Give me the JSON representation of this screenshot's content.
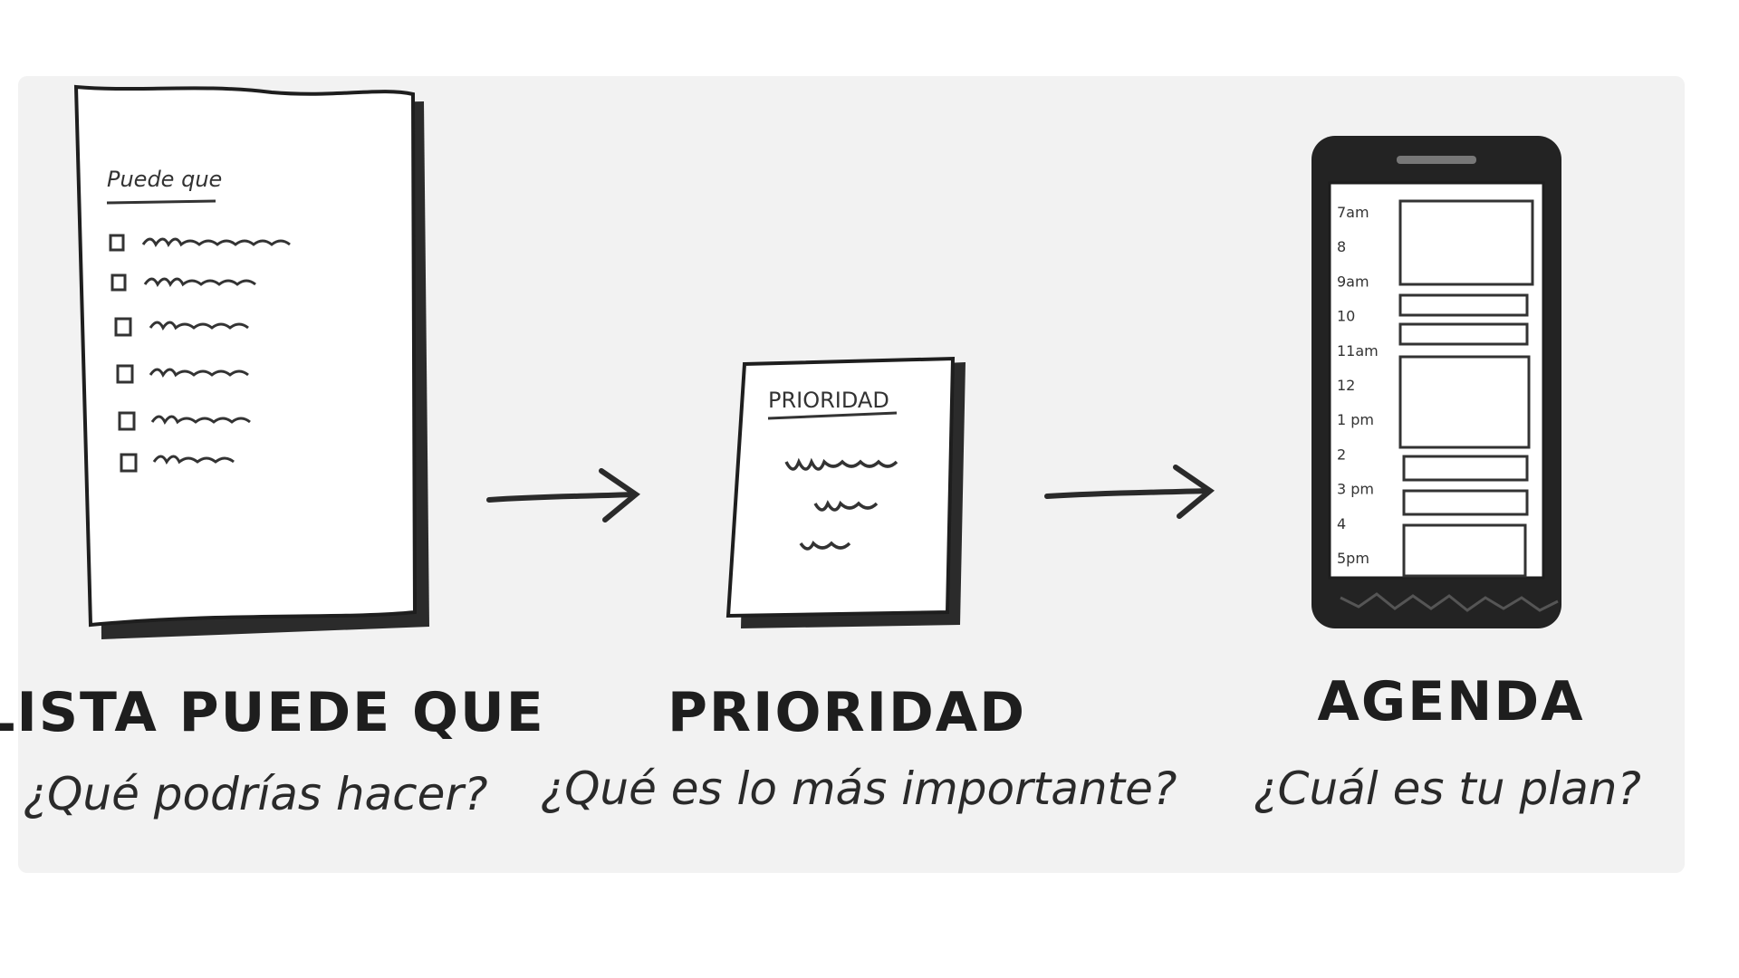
{
  "stages": [
    {
      "title": "LISTA PUEDE QUE",
      "question": "¿Qué podrías hacer?",
      "doc_heading": "Puede que"
    },
    {
      "title": "PRIORIDAD",
      "question": "¿Qué es lo más importante?",
      "doc_heading": "PRIORIDAD"
    },
    {
      "title": "AGENDA",
      "question": "¿Cuál es tu plan?",
      "times": [
        "7am",
        "8",
        "9am",
        "10",
        "11am",
        "12",
        "1 pm",
        "2",
        "3 pm",
        "4",
        "5pm"
      ]
    }
  ],
  "colors": {
    "panel": "#f2f2f2",
    "ink": "#1e1e1e",
    "paper": "#ffffff"
  },
  "icons": [
    "list-document-icon",
    "arrow-right-icon",
    "priority-note-icon",
    "arrow-right-icon",
    "phone-agenda-icon"
  ]
}
